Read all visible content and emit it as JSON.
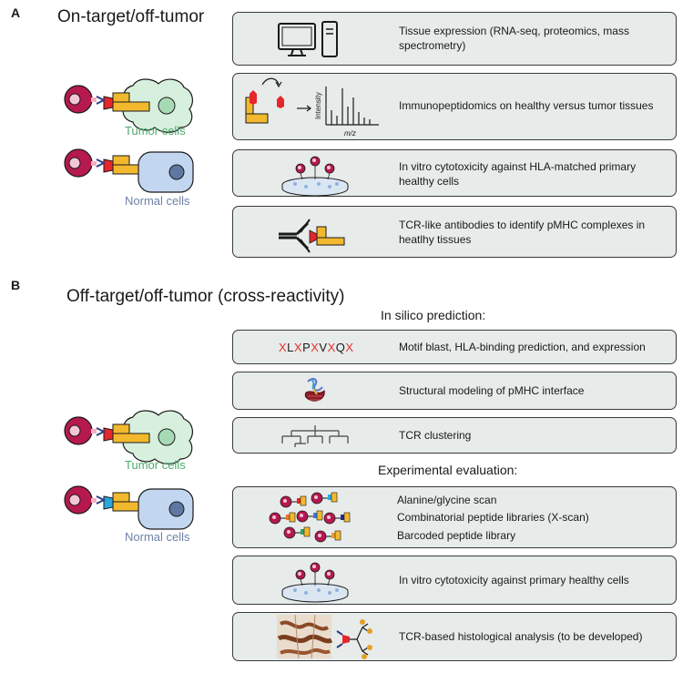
{
  "panel_a": {
    "letter": "A",
    "title": "On-target/off-tumor",
    "tumor_label": "Tumor cells",
    "normal_label": "Normal cells",
    "boxes": [
      {
        "text": "Tissue expression (RNA-seq, proteomics, mass spectrometry)"
      },
      {
        "text": "Immunopeptidomics on healthy versus tumor tissues",
        "axis_y": "Intensity",
        "axis_x": "m/z"
      },
      {
        "text": "In vitro cytotoxicity against HLA-matched primary healthy cells"
      },
      {
        "text": "TCR-like antibodies to identify pMHC complexes in heatlhy tissues"
      }
    ]
  },
  "panel_b": {
    "letter": "B",
    "title": "Off-target/off-tumor (cross-reactivity)",
    "in_silico_heading": "In silico prediction:",
    "experimental_heading": "Experimental evaluation:",
    "tumor_label": "Tumor cells",
    "normal_label": "Normal cells",
    "motif": [
      {
        "ch": "X",
        "color": "#e53030"
      },
      {
        "ch": "L",
        "color": "#1a1a1a"
      },
      {
        "ch": "X",
        "color": "#e53030"
      },
      {
        "ch": "P",
        "color": "#1a1a1a"
      },
      {
        "ch": "X",
        "color": "#e53030"
      },
      {
        "ch": "V",
        "color": "#1a1a1a"
      },
      {
        "ch": "X",
        "color": "#e53030"
      },
      {
        "ch": "Q",
        "color": "#1a1a1a"
      },
      {
        "ch": "X",
        "color": "#e53030"
      }
    ],
    "silico_boxes": [
      {
        "text": "Motif blast, HLA-binding prediction, and expression"
      },
      {
        "text": "Structural modeling of pMHC interface"
      },
      {
        "text": "TCR clustering"
      }
    ],
    "scan_lines": [
      "Alanine/glycine scan",
      "Combinatorial peptide libraries (X-scan)",
      "Barcoded peptide library"
    ],
    "exp_boxes": [
      {
        "text": "In vitro cytotoxicity against primary healthy cells"
      },
      {
        "text": "TCR-based histological analysis (to be developed)"
      }
    ]
  },
  "colors": {
    "tcell": "#b5194f",
    "tcell_nucleus": "#f3c6d6",
    "receptor_yellow": "#f2b92e",
    "peptide_red": "#e5262a",
    "peptide_blue": "#2aa6dc",
    "tumor_fill": "#d7f0dd",
    "tumor_nucleus": "#a6dab5",
    "normal_fill": "#c3d6ef",
    "normal_nucleus": "#5f78a3",
    "box_fill": "#e7ebea"
  }
}
